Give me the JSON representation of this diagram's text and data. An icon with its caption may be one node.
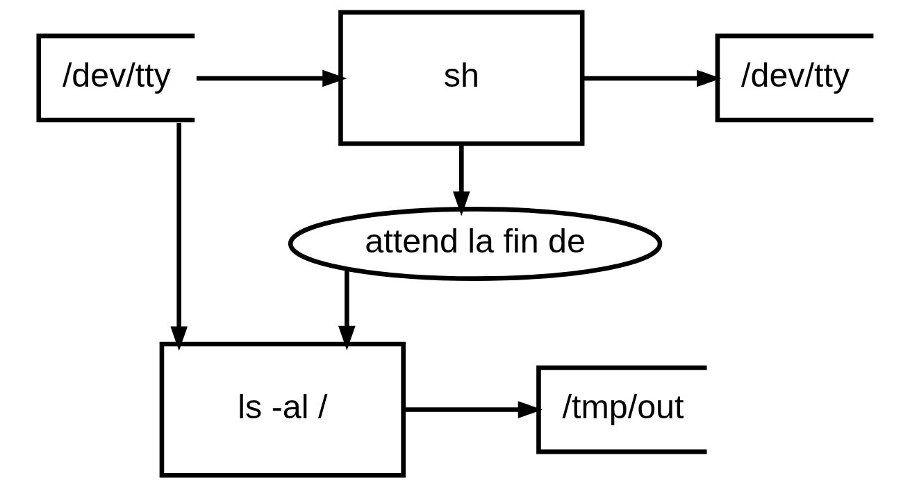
{
  "diagram": {
    "nodes": [
      {
        "text": [
          "/dev/tty"
        ]
      },
      {
        "text": [
          "sh"
        ]
      },
      {
        "text": [
          "/dev/tty"
        ]
      },
      {
        "text": [
          "attend la fin de"
        ]
      },
      {
        "text": [
          "ls -al /"
        ]
      },
      {
        "text": [
          "/tmp/out"
        ]
      }
    ],
    "edges": [
      {
        "from": 0,
        "to": 1,
        "arrow": "to"
      },
      {
        "from": 1,
        "to": 2,
        "arrow": "to"
      },
      {
        "from": 1,
        "to": 3,
        "arrow": "to"
      },
      {
        "from": 3,
        "to": 4,
        "arrow": "to"
      },
      {
        "from": 0,
        "to": 4,
        "arrow": "to"
      },
      {
        "from": 4,
        "to": 5,
        "arrow": "to"
      }
    ]
  }
}
